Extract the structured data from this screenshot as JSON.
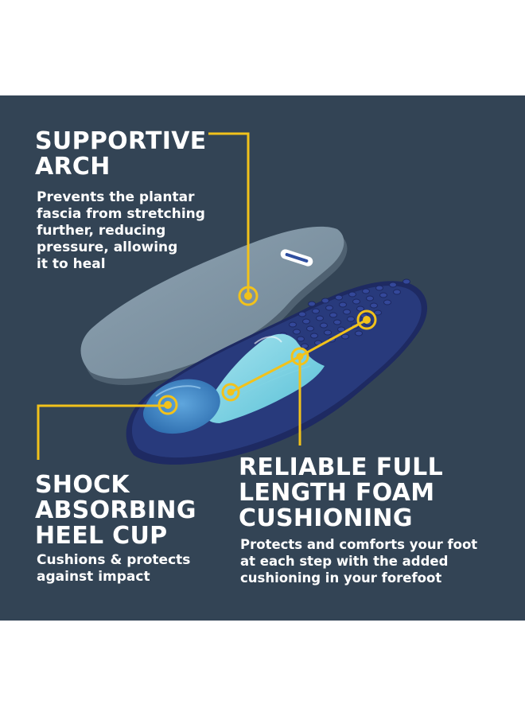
{
  "colors": {
    "background": "#334455",
    "accent": "#f2c21b",
    "text": "#ffffff"
  },
  "features": {
    "arch": {
      "title_lines": [
        "SUPPORTIVE",
        "ARCH"
      ],
      "desc_lines": [
        "Prevents the plantar",
        "fascia from stretching",
        "further, reducing",
        "pressure, allowing",
        "it to heal"
      ]
    },
    "heel": {
      "title_lines": [
        "SHOCK",
        "ABSORBING",
        "HEEL CUP"
      ],
      "desc_lines": [
        "Cushions & protects",
        "against impact"
      ]
    },
    "foam": {
      "title_lines": [
        "RELIABLE FULL",
        "LENGTH FOAM",
        "CUSHIONING"
      ],
      "desc_lines": [
        "Protects and comforts your foot",
        "at each step with the added",
        "cushioning in your forefoot"
      ]
    }
  }
}
